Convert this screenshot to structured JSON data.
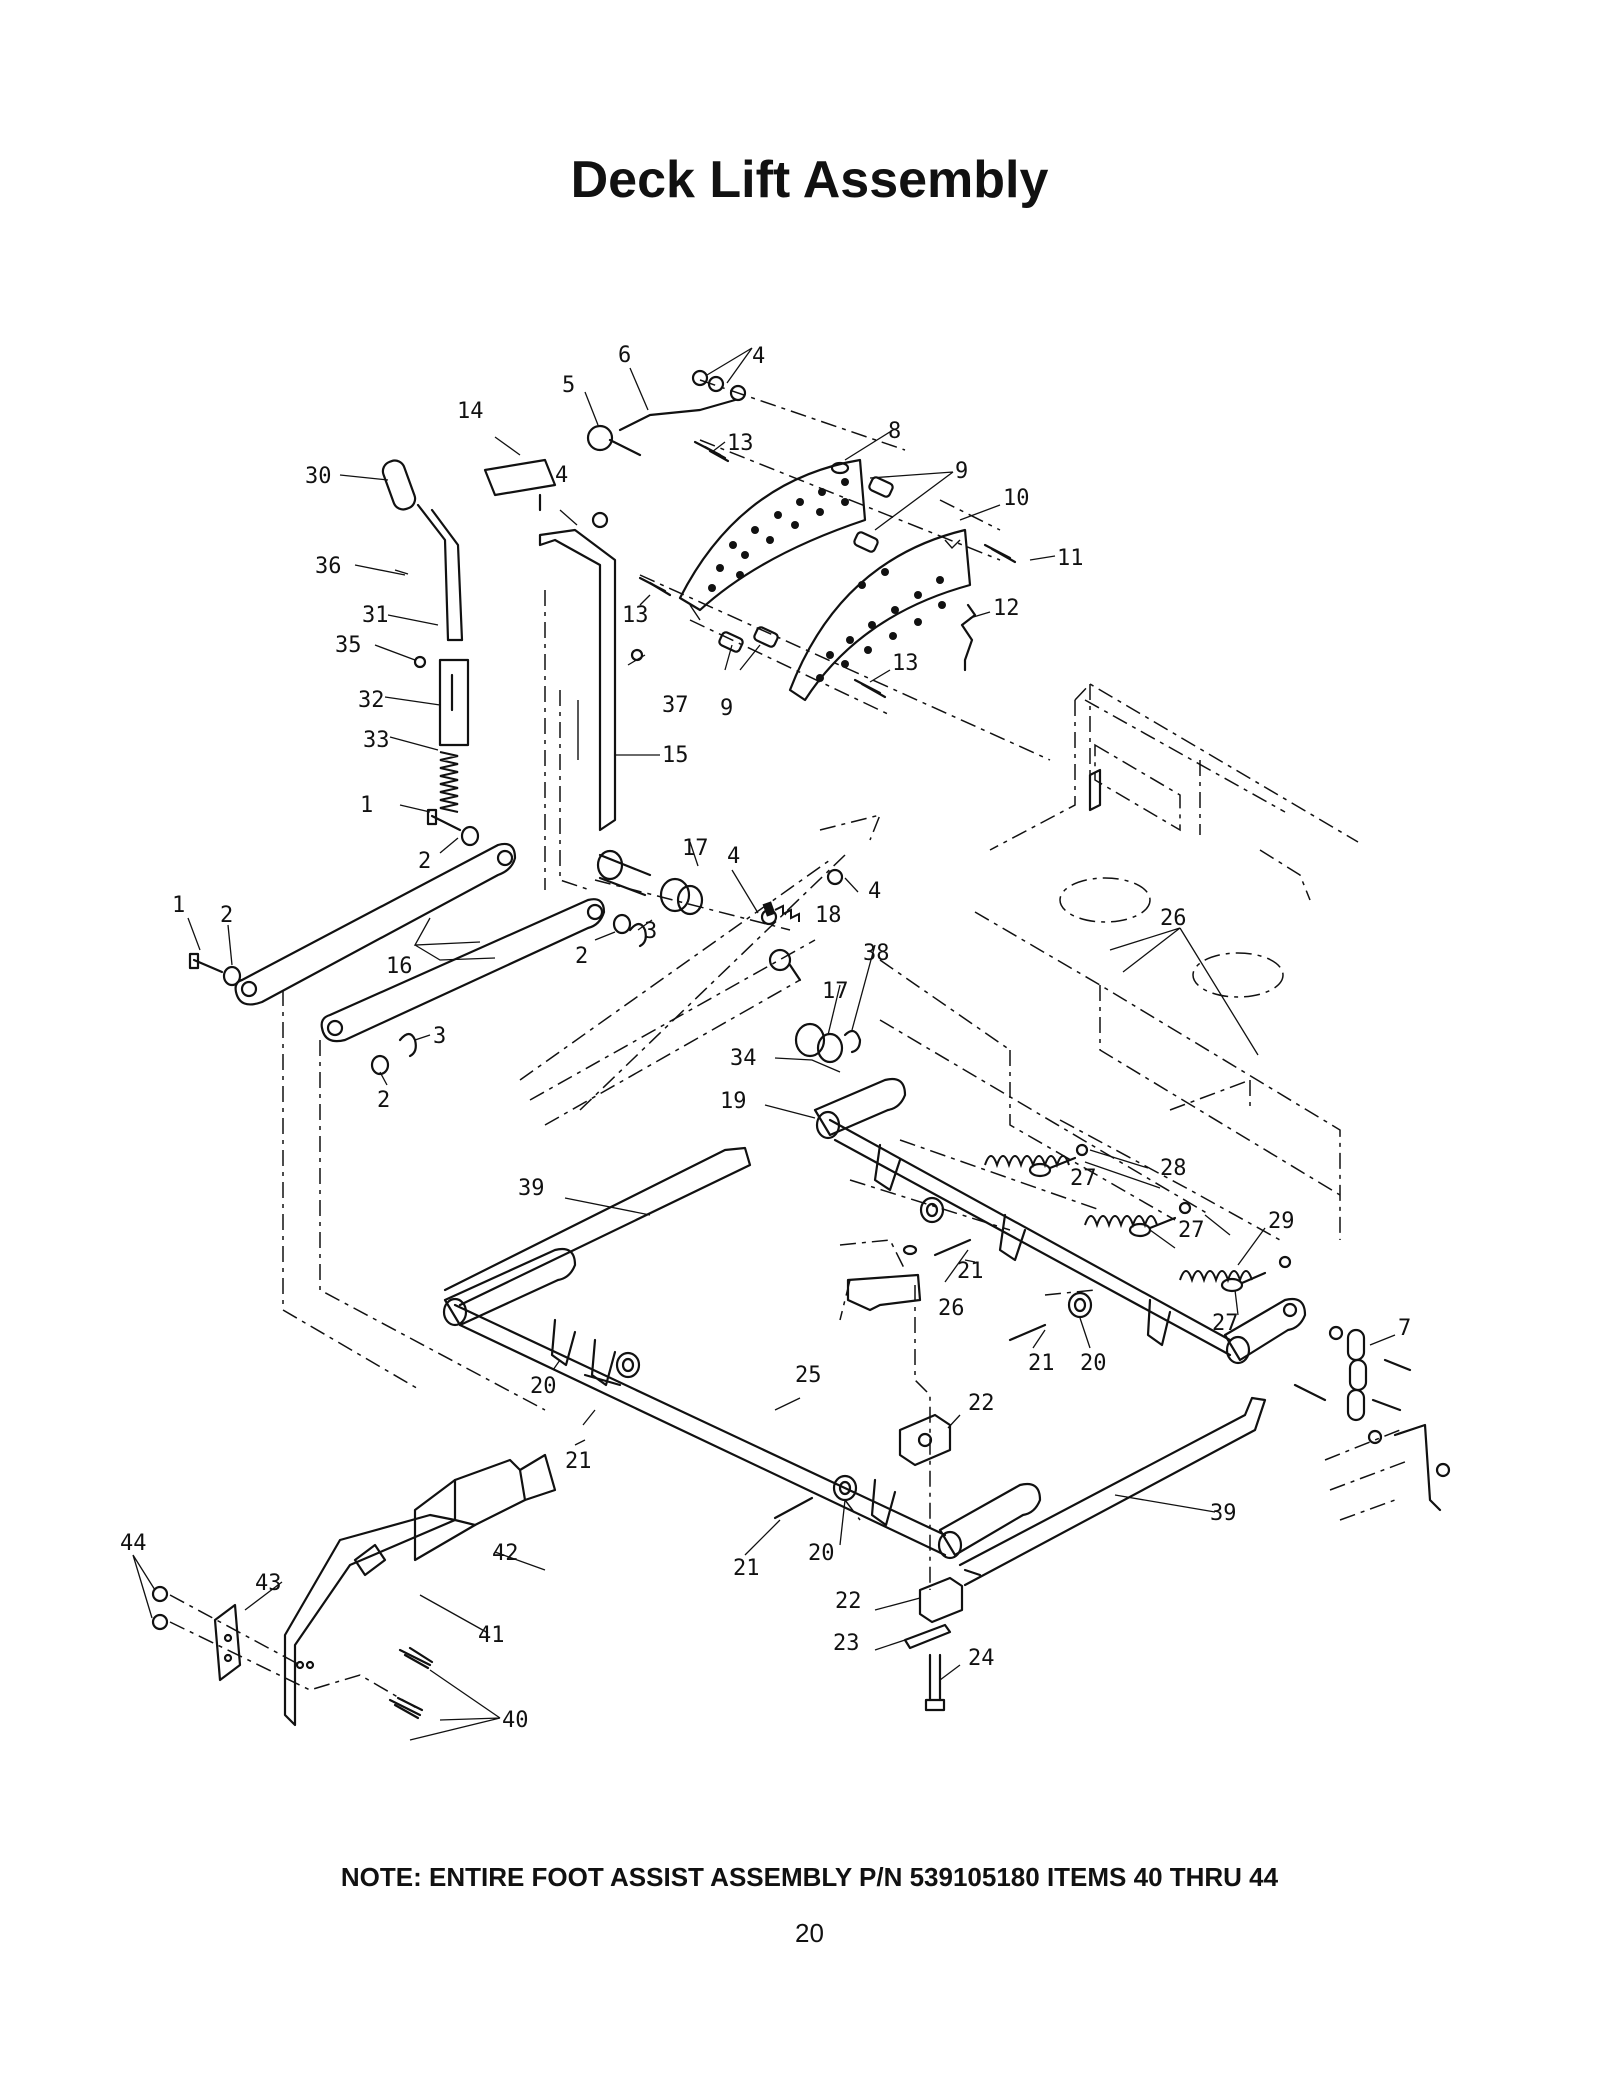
{
  "title": "Deck Lift Assembly",
  "note": "NOTE: ENTIRE FOOT ASSIST ASSEMBLY P/N 539105180 ITEMS 40 THRU 44",
  "page_number": "20",
  "callouts": [
    "1",
    "1",
    "2",
    "2",
    "2",
    "2",
    "3",
    "3",
    "4",
    "4",
    "4",
    "4",
    "5",
    "6",
    "7",
    "8",
    "9",
    "9",
    "10",
    "11",
    "12",
    "13",
    "13",
    "13",
    "14",
    "15",
    "16",
    "17",
    "17",
    "18",
    "19",
    "20",
    "20",
    "20",
    "21",
    "21",
    "21",
    "21",
    "22",
    "22",
    "23",
    "24",
    "25",
    "26",
    "26",
    "27",
    "27",
    "27",
    "28",
    "29",
    "30",
    "31",
    "32",
    "33",
    "34",
    "35",
    "36",
    "37",
    "38",
    "39",
    "39",
    "40",
    "41",
    "42",
    "43",
    "44"
  ]
}
